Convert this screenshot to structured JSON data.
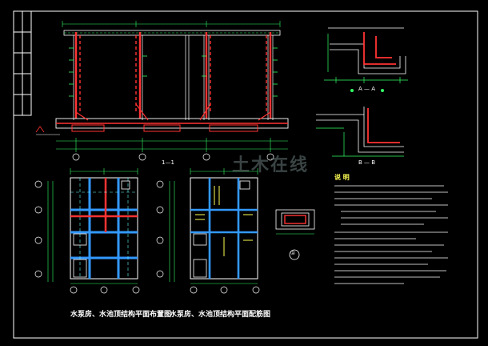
{
  "titles": {
    "plan_left": "水泵房、水池顶结构平面布置图",
    "plan_right": "水泵房、水池顶结构平面配筋图",
    "section_1": "1—1",
    "section_a": "A — A",
    "section_b": "B — B",
    "pit_detail": "①",
    "notes_header": "说 明"
  },
  "watermark": "土木在线",
  "colors": {
    "background": "#000000",
    "frame": "#ffffff",
    "wall": "#ff3333",
    "rebar": "#33ff66",
    "dimension": "#33ff66",
    "beam": "#3399ff",
    "text": "#ffffff",
    "notes": "#ffff55"
  }
}
